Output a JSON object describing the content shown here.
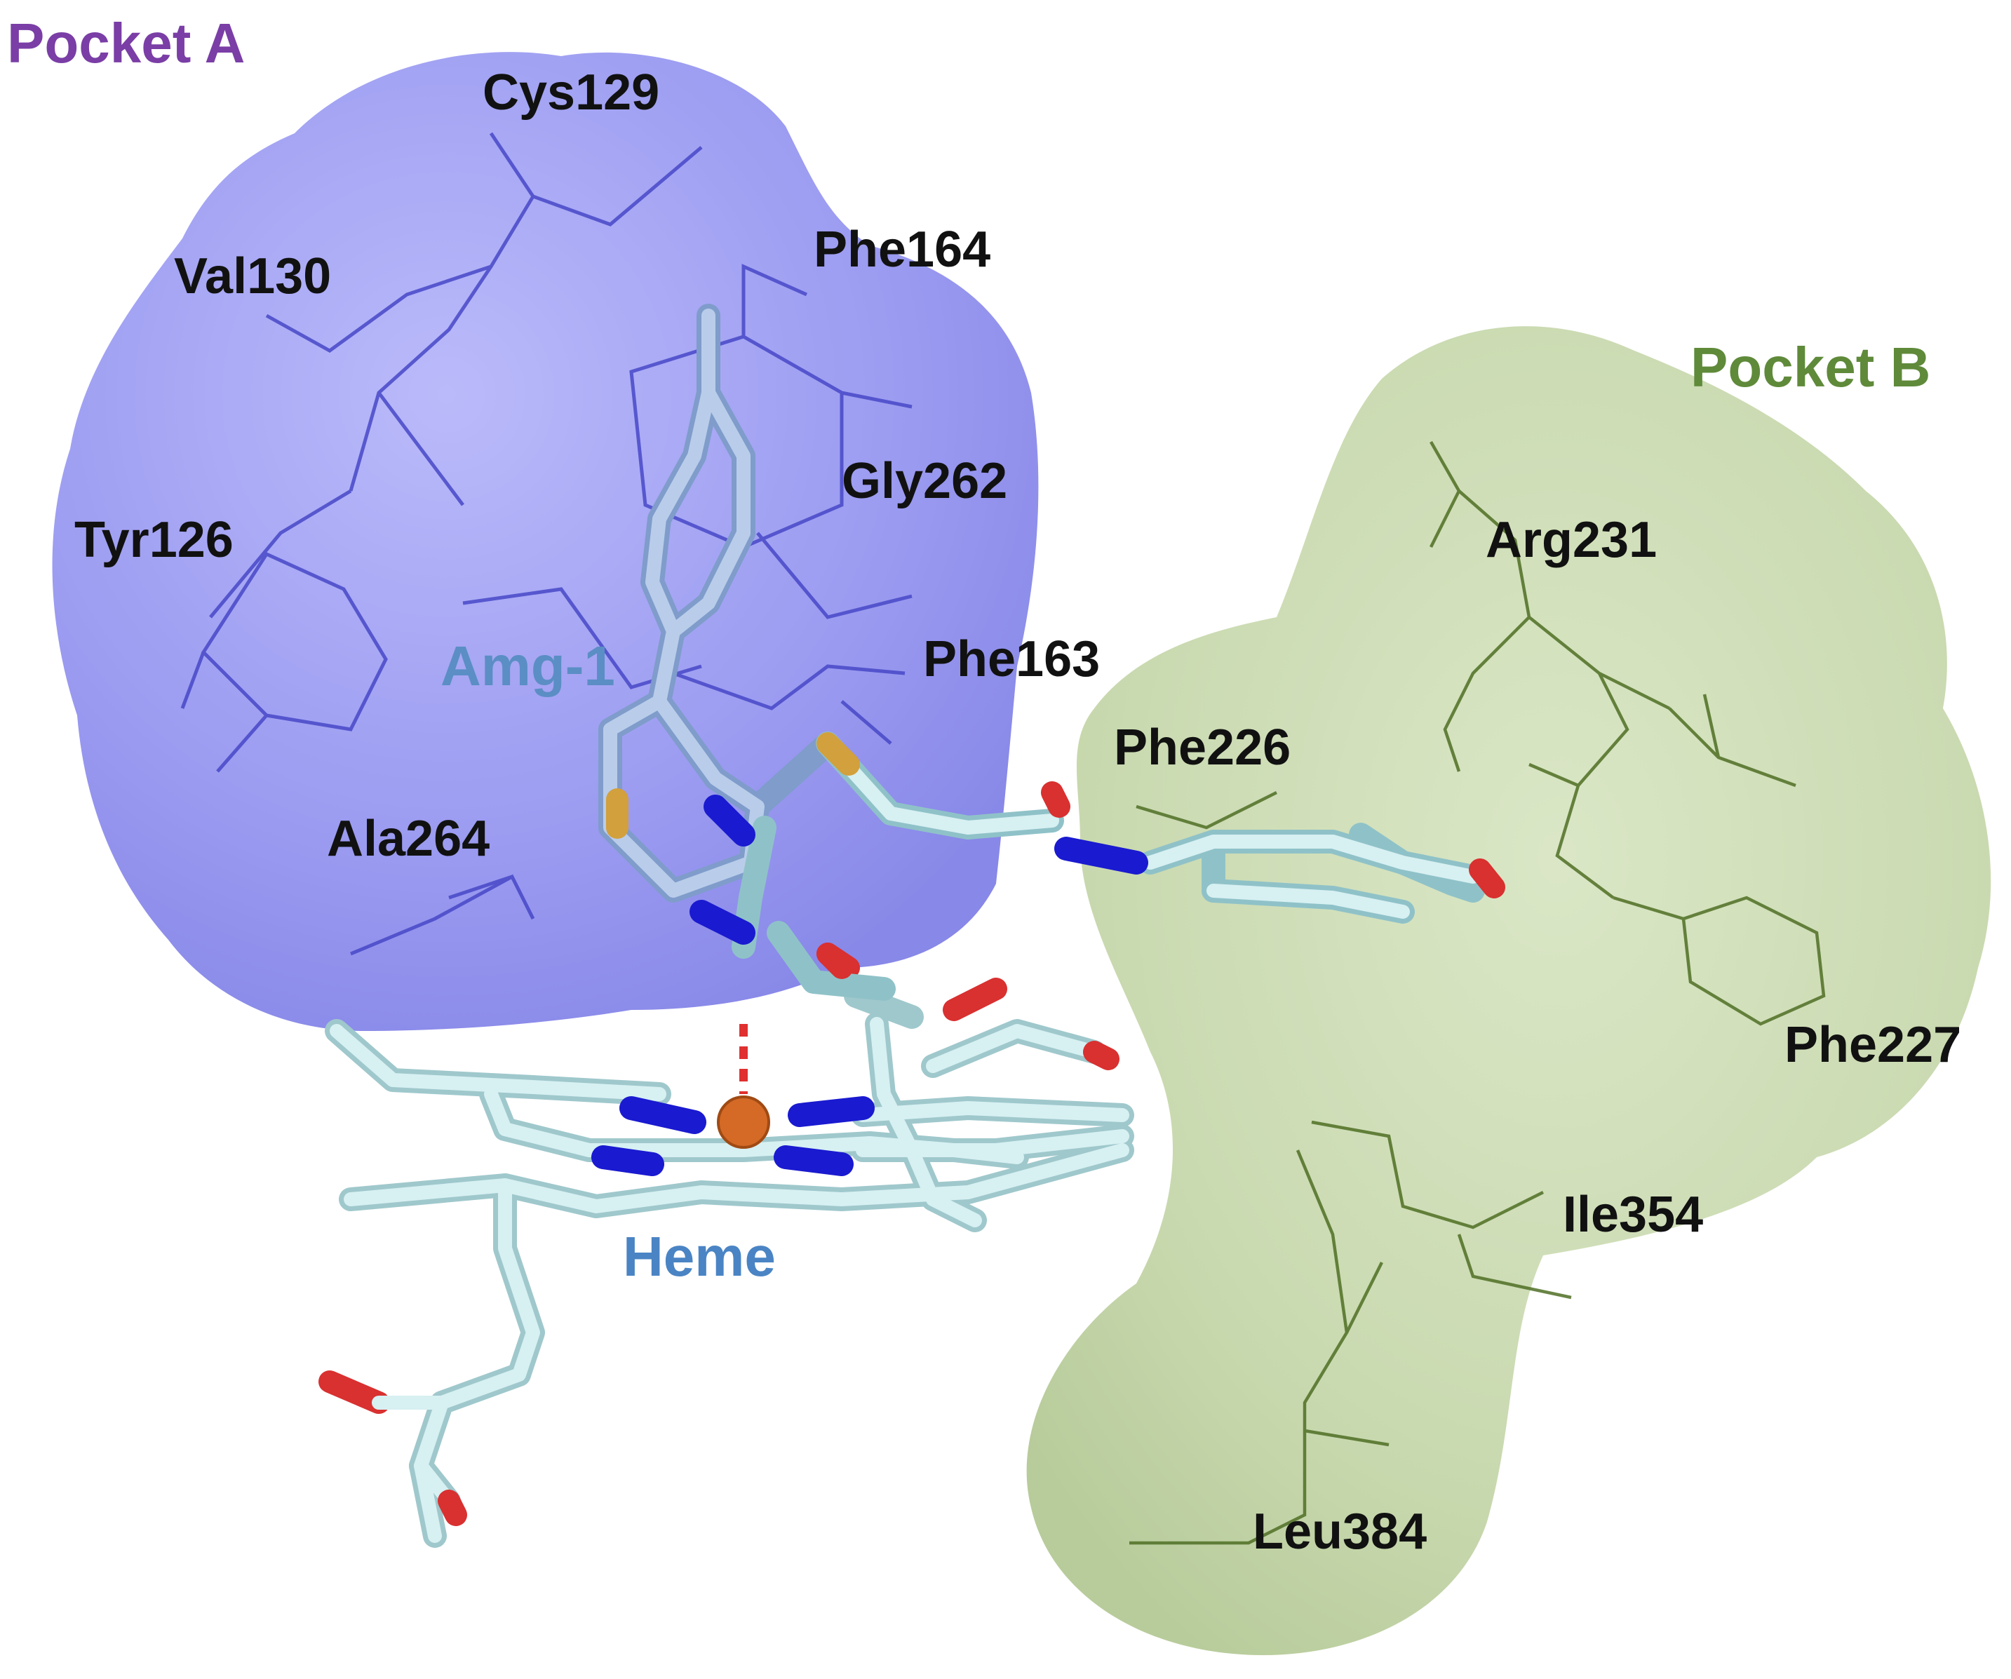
{
  "pockets": {
    "a": {
      "label": "Pocket A",
      "color": "#7a3ea6",
      "surface": "#8f8ff0"
    },
    "b": {
      "label": "Pocket B",
      "color": "#5f8a3a",
      "surface": "#c4d6a8"
    }
  },
  "molecules": {
    "ligand": {
      "label": "Amg-1",
      "color": "#5b8ec4"
    },
    "heme": {
      "label": "Heme",
      "color": "#4a84c4"
    }
  },
  "residues": {
    "cys129": "Cys129",
    "val130": "Val130",
    "phe164": "Phe164",
    "gly262": "Gly262",
    "tyr126": "Tyr126",
    "phe163": "Phe163",
    "ala264": "Ala264",
    "arg231": "Arg231",
    "phe226": "Phe226",
    "phe227": "Phe227",
    "ile354": "Ile354",
    "leu384": "Leu384"
  },
  "atom_colors": {
    "carbon_heme": "#b9e3e6",
    "carbon_ligand": "#9db7dc",
    "nitrogen": "#1a1ad0",
    "oxygen": "#d93030",
    "sulfur": "#d2a03c",
    "iron": "#d46a26",
    "pocket_a_sticks": "#4a4ac8",
    "pocket_b_sticks": "#4d6e22"
  }
}
